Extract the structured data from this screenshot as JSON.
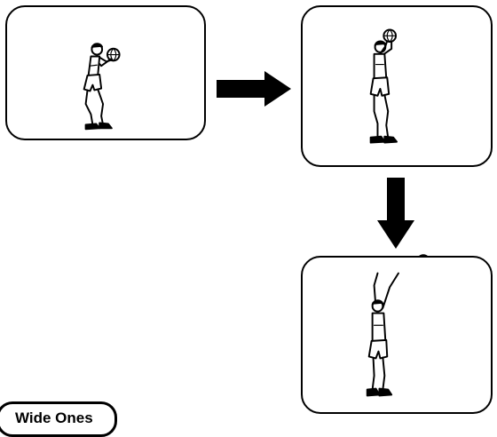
{
  "colors": {
    "ink": "#000000",
    "background": "#ffffff",
    "ball": "#ffffff"
  },
  "panels": [
    {
      "icon": "player-set-shot-icon"
    },
    {
      "icon": "player-raise-ball-icon"
    },
    {
      "icon": "player-release-icon"
    }
  ],
  "arrows": [
    {
      "icon": "arrow-right-icon",
      "direction": "right"
    },
    {
      "icon": "arrow-down-icon",
      "direction": "down"
    }
  ],
  "caption": {
    "text": "Wide Ones"
  }
}
